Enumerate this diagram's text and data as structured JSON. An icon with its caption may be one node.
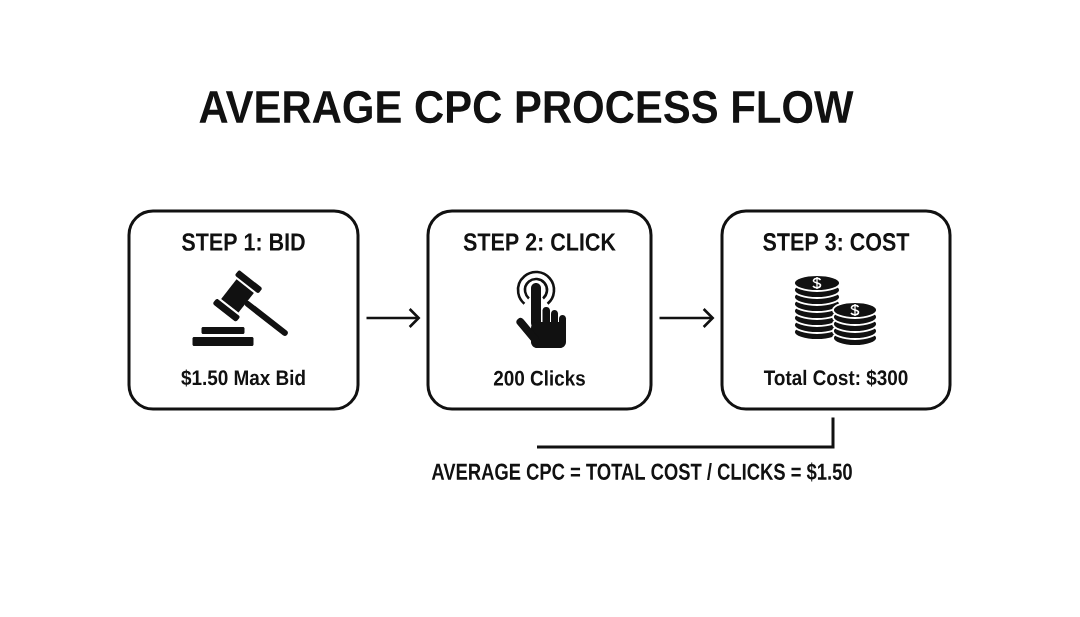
{
  "diagram": {
    "title": "AVERAGE CPC PROCESS FLOW",
    "nodes": [
      {
        "text": [
          "STEP 1: BID",
          "$1.50 Max Bid"
        ]
      },
      {
        "text": [
          "STEP 2: CLICK",
          "200 Clicks"
        ]
      },
      {
        "text": [
          "STEP 3: COST",
          "Total Cost: $300"
        ]
      },
      {
        "text": [
          "AVERAGE CPC = TOTAL COST / CLICKS = $1.50"
        ]
      }
    ],
    "edges": [
      {
        "from": 0,
        "to": 1,
        "arrow": "to"
      },
      {
        "from": 1,
        "to": 2,
        "arrow": "to"
      },
      {
        "from": 2,
        "to": 3,
        "arrow": "none"
      }
    ]
  }
}
